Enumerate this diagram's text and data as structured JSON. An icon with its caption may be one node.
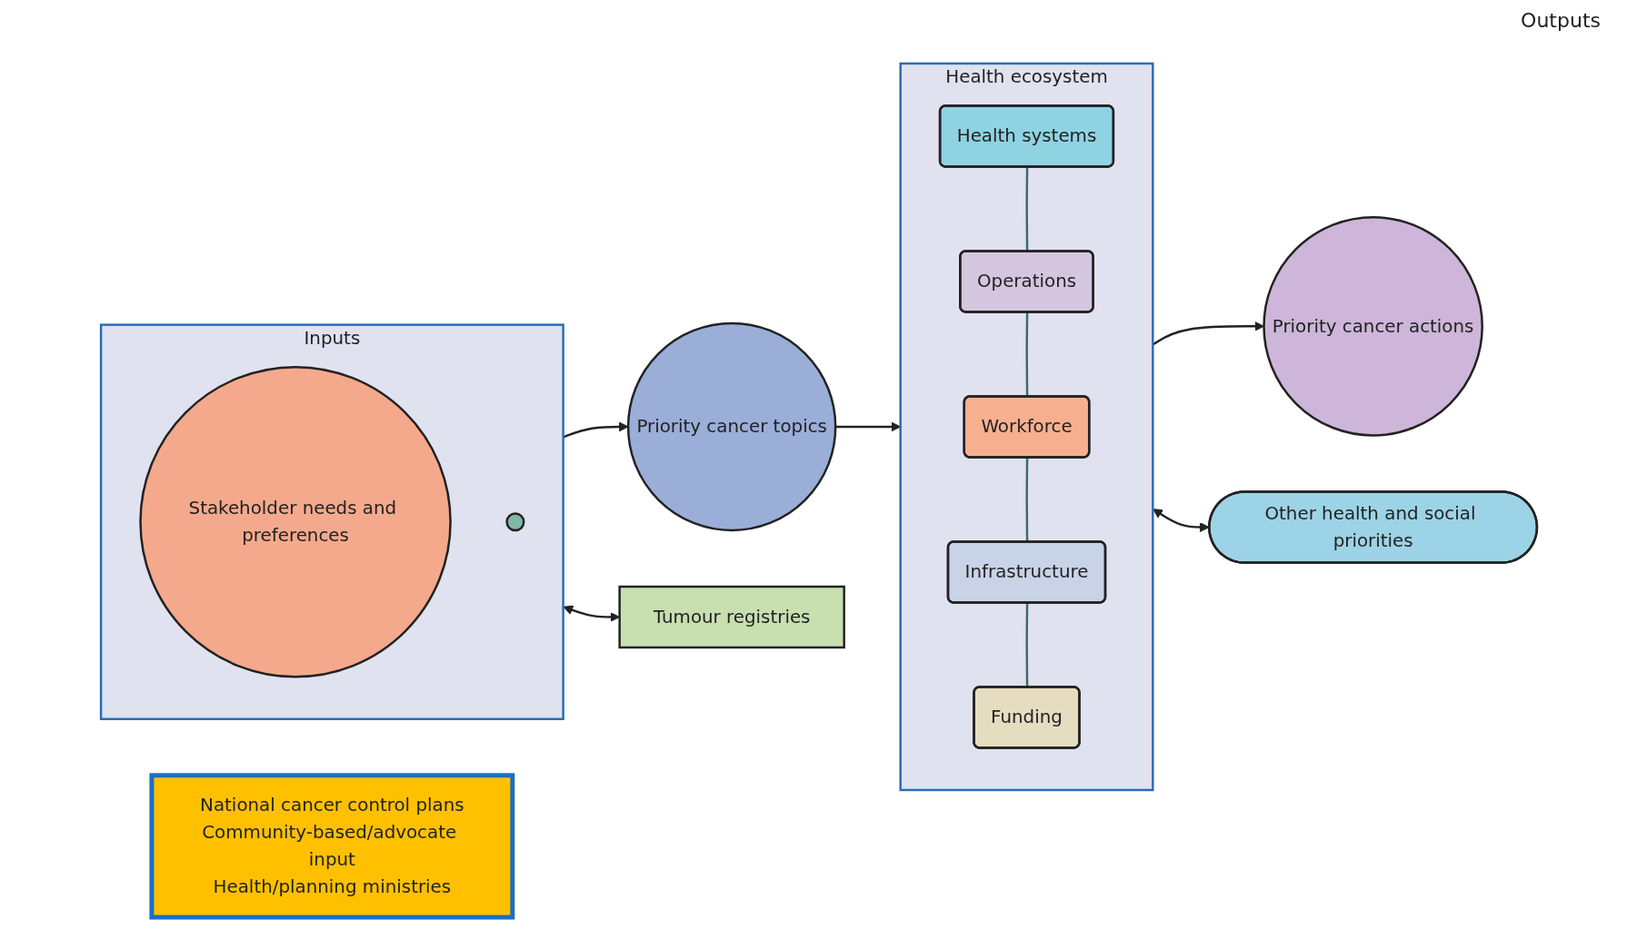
{
  "diagram": {
    "nodes": [
      {
        "text": [
          "Inputs"
        ]
      },
      {
        "text": [
          "Stakeholder needs and preferences"
        ],
        "in": 0
      },
      {
        "text": [],
        "shape": "circle",
        "in": 0
      },
      {
        "text": [
          "Priority cancer topics"
        ]
      },
      {
        "text": [
          "Health ecosystem"
        ]
      },
      {
        "text": [
          "Health systems"
        ],
        "in": 4
      },
      {
        "text": [
          "Operations"
        ],
        "in": 4
      },
      {
        "text": [
          "Workforce"
        ],
        "in": 4
      },
      {
        "text": [
          "Infrastructure"
        ],
        "in": 4
      },
      {
        "text": [
          "Funding"
        ],
        "in": 4
      },
      {
        "text": [
          "Priority cancer actions"
        ]
      },
      {
        "text": [
          "Tumour registries"
        ]
      },
      {
        "text": [
          "Other health and social priorities"
        ]
      },
      {
        "text": [
          "National cancer control plans",
          "Community-based/advocate input",
          "Health/planning ministries"
        ]
      }
    ],
    "edges": [
      {
        "from": 0,
        "to": 3,
        "arrow": "to"
      },
      {
        "from": 3,
        "to": 4,
        "arrow": "to"
      },
      {
        "from": 4,
        "to": 10,
        "arrow": "to"
      },
      {
        "from": 0,
        "to": 11,
        "arrow": "both"
      },
      {
        "from": 4,
        "to": 12,
        "arrow": "both"
      },
      {
        "from": 5,
        "to": 6,
        "arrow": "none",
        "color": "#3d6b6b"
      },
      {
        "from": 6,
        "to": 7,
        "arrow": "none",
        "color": "#3d6b6b"
      },
      {
        "from": 7,
        "to": 8,
        "arrow": "none",
        "color": "#3d6b6b"
      },
      {
        "from": 8,
        "to": 9,
        "arrow": "none",
        "color": "#3d6b6b"
      }
    ],
    "labels": [
      "Outputs"
    ]
  }
}
